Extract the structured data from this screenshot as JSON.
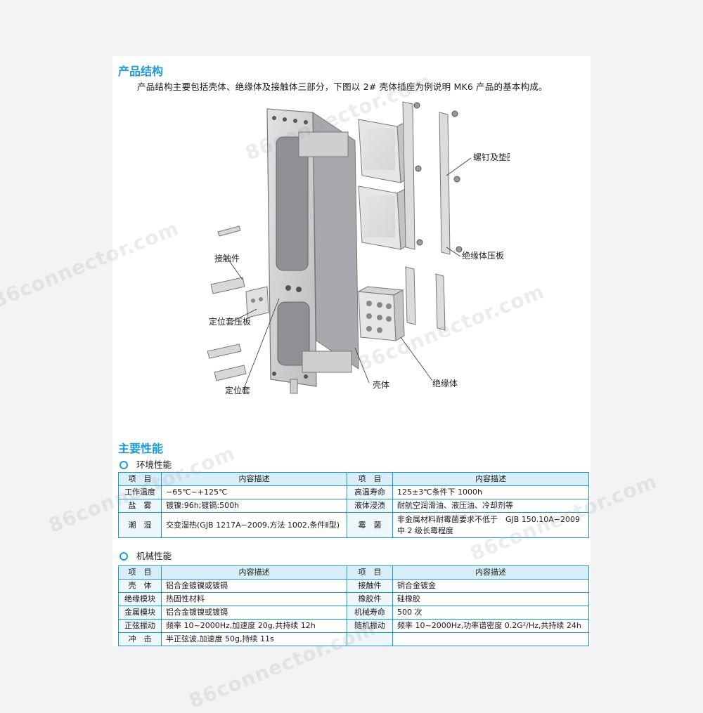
{
  "section1": {
    "title": "产品结构",
    "intro": "产品结构主要包括壳体、绝缘体及接触体三部分，下图以 2# 壳体插座为例说明 MK6 产品的基本构成。"
  },
  "diagram": {
    "labels": {
      "screw": "螺钉及垫圈",
      "insulator_plate": "绝缘体压板",
      "contact": "接触件",
      "sleeve_plate": "定位套压板",
      "sleeve": "定位套",
      "shell": "壳体",
      "insulator": "绝缘体"
    }
  },
  "section2": {
    "title": "主要性能",
    "env": {
      "subtitle": "环境性能",
      "headers": [
        "项　目",
        "内容描述",
        "项　目",
        "内容描述"
      ],
      "rows": [
        [
          "工作温度",
          "−65℃~+125℃",
          "高温寿命",
          "125±3℃条件下 1000h"
        ],
        [
          "盐　雾",
          "镀镍:96h;镀镉:500h",
          "液体浸渍",
          "耐航空润滑油、液压油、冷却剂等"
        ],
        [
          "潮　湿",
          "交变湿热(GJB 1217A−2009,方法 1002,条件Ⅱ型)",
          "霉　菌",
          "非金属材料耐霉菌要求不低于　GJB 150.10A−2009 中 2 级长霉程度"
        ]
      ]
    },
    "mech": {
      "subtitle": "机械性能",
      "headers": [
        "项　目",
        "内容描述",
        "项　目",
        "内容描述"
      ],
      "rows": [
        [
          "壳　体",
          "铝合金镀镍或镀镉",
          "接触件",
          "铜合金镀金"
        ],
        [
          "绝缘模块",
          "热固性材料",
          "橡胶件",
          "硅橡胶"
        ],
        [
          "金属模块",
          "铝合金镀镍或镀镉",
          "机械寿命",
          "500 次"
        ],
        [
          "正弦振动",
          "频率 10~2000Hz,加速度 20g,共持续 12h",
          "随机振动",
          "频率 10~2000Hz,功率谱密度 0.2G²/Hz,共持续 24h"
        ],
        [
          "冲　击",
          "半正弦波,加速度 50g,持续 11s",
          "",
          ""
        ]
      ]
    }
  },
  "watermark": "86connector.com"
}
